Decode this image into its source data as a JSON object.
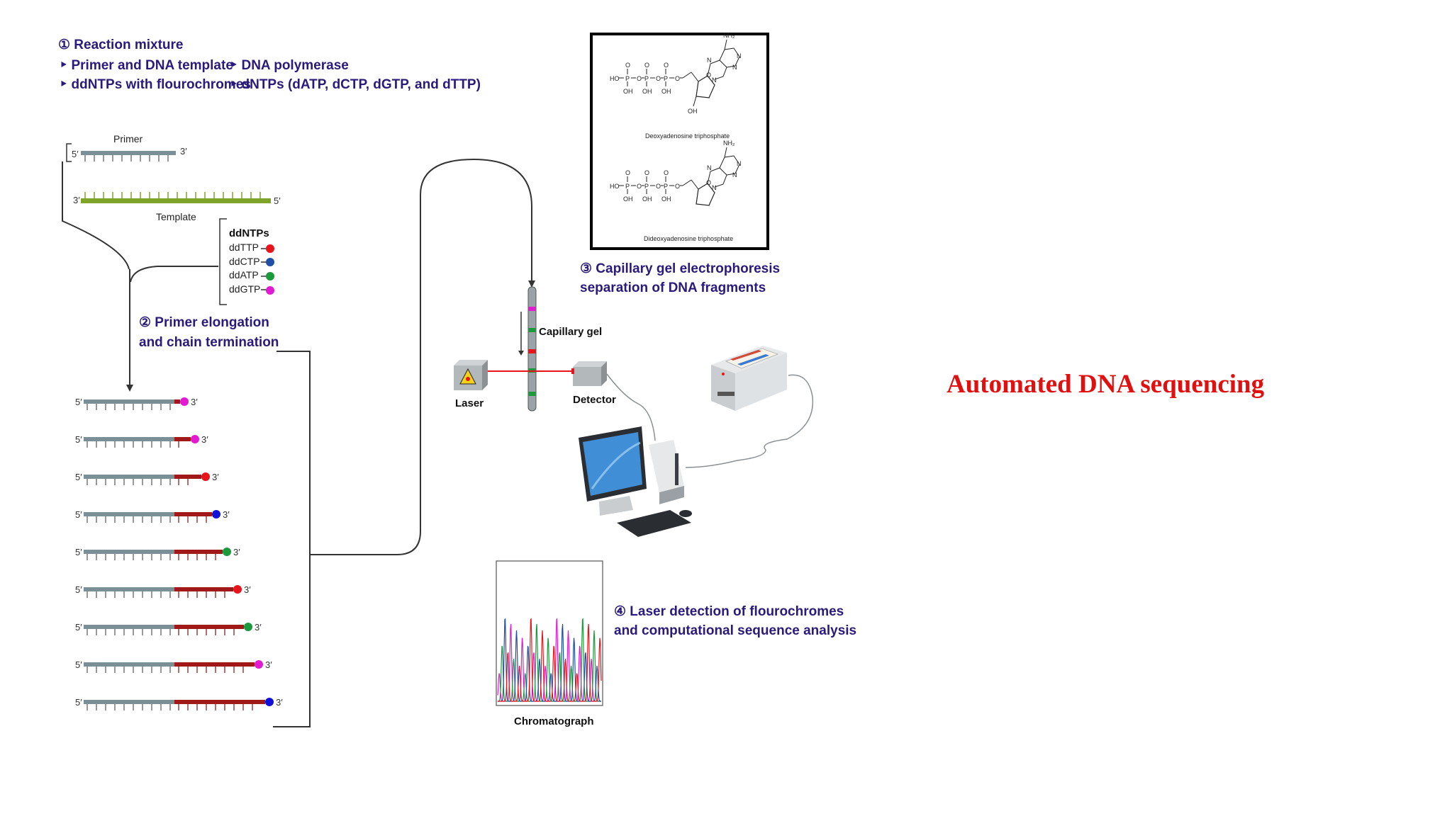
{
  "title": "Automated DNA sequencing",
  "reaction_mixture": {
    "heading": "① Reaction mixture",
    "items": [
      "‣ Primer and DNA template",
      "‣ DNA polymerase",
      "‣ ddNTPs with flourochromes",
      "‣ dNTPs (dATP, dCTP, dGTP, and dTTP)"
    ]
  },
  "primer": {
    "label": "Primer",
    "end5": "5′",
    "end3": "3′"
  },
  "template": {
    "label": "Template",
    "end3": "3′",
    "end5": "5′"
  },
  "ddntps": {
    "heading": "ddNTPs",
    "items": [
      {
        "label": "ddTTP",
        "color": "#e8141c"
      },
      {
        "label": "ddCTP",
        "color": "#1f4fa8"
      },
      {
        "label": "ddATP",
        "color": "#1a9a3a"
      },
      {
        "label": "ddGTP",
        "color": "#e21ad2"
      }
    ]
  },
  "step2": {
    "line1": "② Primer elongation",
    "line2": "and chain termination"
  },
  "fragments": {
    "end5": "5′",
    "end3": "3′",
    "colors": [
      "#e21ad2",
      "#e21ad2",
      "#e8141c",
      "#1010d8",
      "#1a9a3a",
      "#e8141c",
      "#1a9a3a",
      "#e21ad2",
      "#1010d8"
    ]
  },
  "step3": {
    "line1": "③ Capillary gel electrophoresis",
    "line2": "separation of DNA fragments"
  },
  "capillary_label": "Capillary gel",
  "laser_label": "Laser",
  "detector_label": "Detector",
  "chemistry": {
    "top_caption": "Deoxyadenosine triphosphate",
    "bottom_caption": "Dideoxyadenosine triphosphate",
    "nh2": "NH₂",
    "oh": "OH",
    "ho": "HO"
  },
  "step4": {
    "line1": "④ Laser detection of flourochromes",
    "line2": "and computational sequence analysis"
  },
  "chromatograph_label": "Chromatograph",
  "colors": {
    "step_text": "#2b1a7a",
    "title": "#e01010",
    "primer": "#7a8f96",
    "template": "#7da428",
    "extension": "#a01818"
  }
}
